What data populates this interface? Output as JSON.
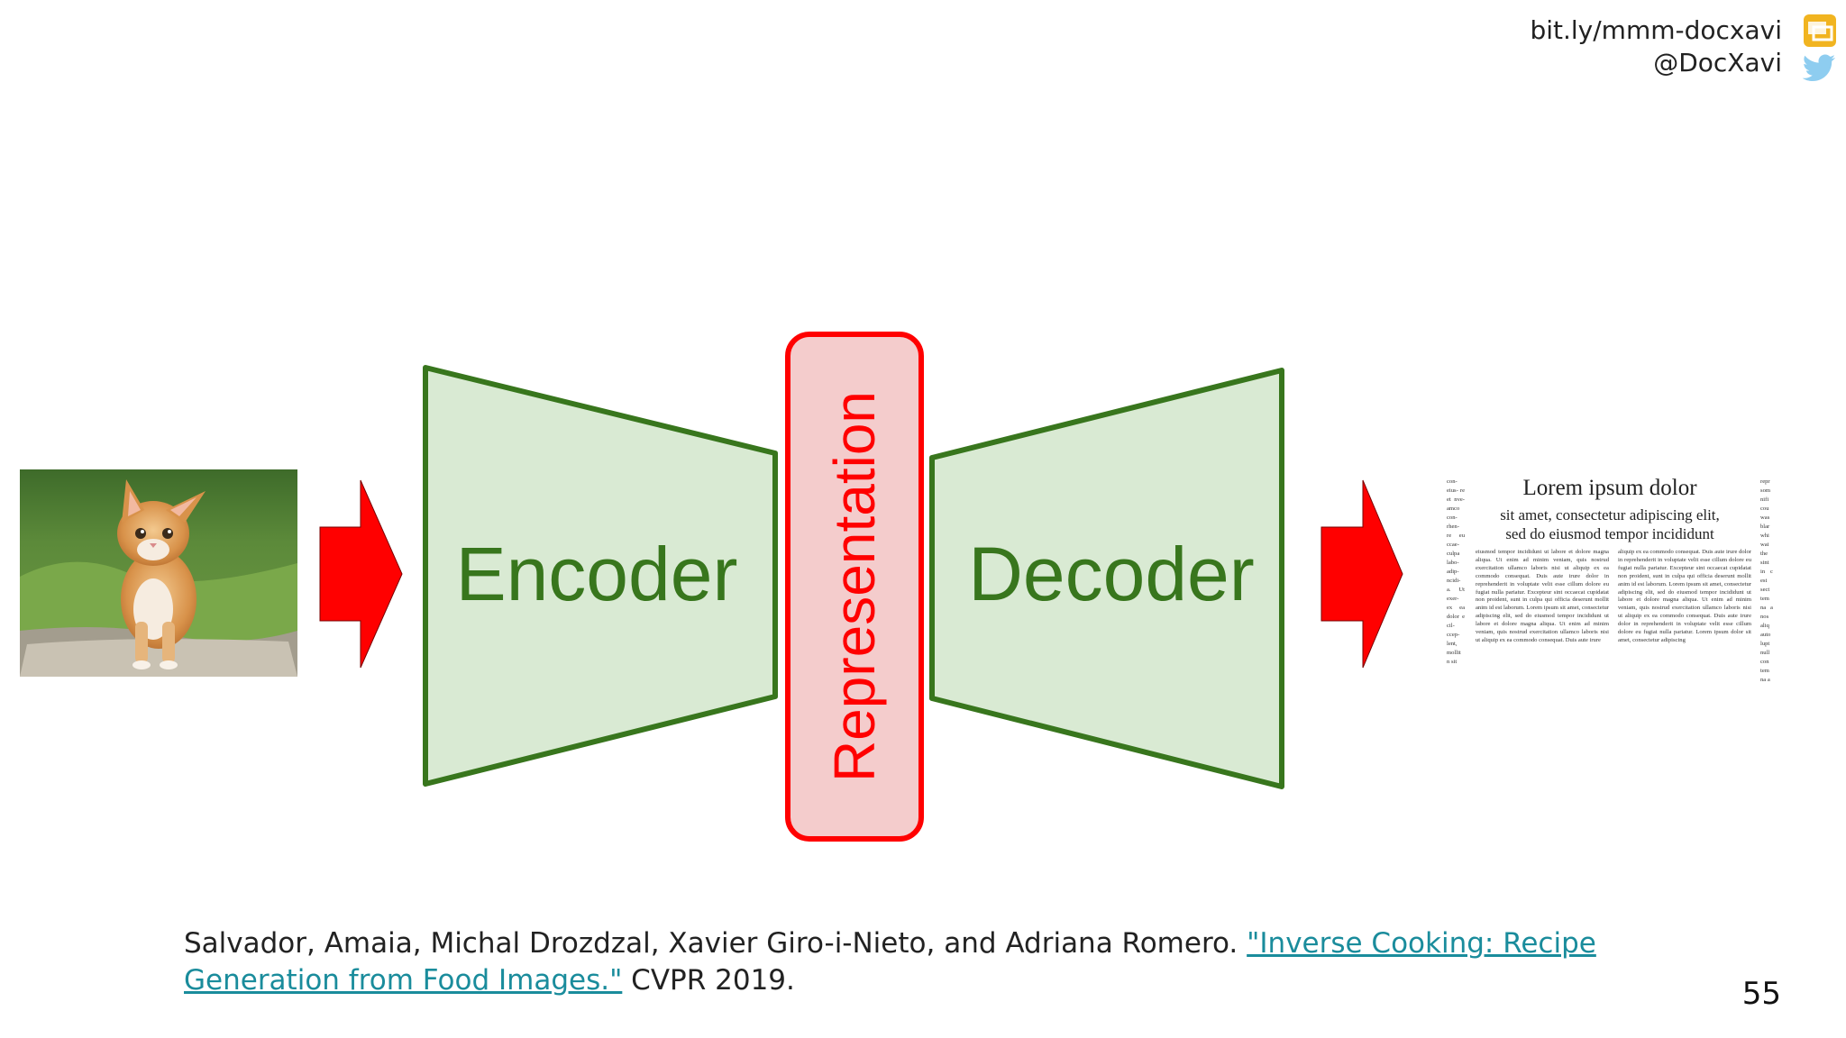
{
  "header": {
    "link": "bit.ly/mmm-docxavi",
    "handle": "@DocXavi",
    "icons": [
      "slides-icon",
      "twitter-bird-icon"
    ]
  },
  "diagram": {
    "input_image": "cat-photo",
    "encoder_label": "Encoder",
    "representation_label": "Representation",
    "decoder_label": "Decoder",
    "output_image": {
      "title": "Lorem ipsum dolor",
      "subtitle_line1": "sit amet, consectetur adipiscing elit,",
      "subtitle_line2": "sed do eiusmod tempor incididunt",
      "body": "eiusmod tempor incididunt ut labore et dolore magna aliqua. Ut enim ad minim veniam, quis nostrud exercitation ullamco laboris nisi ut aliquip ex ea commodo consequat. Duis aute irure dolor in reprehenderit in voluptate velit esse cillum dolore eu fugiat nulla pariatur. Excepteur sint occaecat cupidatat non proident, sunt in culpa qui officia deserunt mollit anim id est laborum. Lorem ipsum sit amet, consectetur adipiscing elit, sed do eiusmod tempor incididunt ut labore et dolore magna aliqua. Ut enim ad minim veniam, quis nostrud exercitation ullamco laboris nisi ut aliquip ex ea commodo consequat. Duis aute irure",
      "body2": "aliquip ex ea commodo consequat. Duis aute irure dolor in reprehenderit in voluptate velit esse cillum dolore eu fugiat nulla pariatur. Excepteur sint occaecat cupidatat non proident, sunt in culpa qui officia deserunt mollit anim id est laborum. Lorem ipsum sit amet, consectetur adipiscing elit, sed do eiusmod tempor incididunt ut labore et dolore magna aliqua. Ut enim ad minim veniam, quis nostrud exercitation ullamco laboris nisi ut aliquip ex ea commodo consequat. Duis aute irure dolor in reprehenderit in voluptate velit esse cillum dolore eu fugiat nulla pariatur. Lorem ipsum dolor sit amet, consectetur adipiscing",
      "left_edge": "con- eius- re et nve- amco con- rhen- re eu ccae- culpa labo- adip- ncidi- a. Ut exer- ex ea dolor e cil- ccep- lent, mollit n sit",
      "right_edge": "repr som nifi cou was blar whi wai the sint in c est sect tem na a nos aliq auto lupt null con tem na a"
    },
    "colors": {
      "encoder_fill": "#d9ead3",
      "encoder_stroke": "#38761d",
      "representation_fill": "#f4cccc",
      "representation_stroke": "#ff0000",
      "arrow": "#ff0000"
    }
  },
  "citation": {
    "authors": "Salvador, Amaia, Michal Drozdzal, Xavier Giro-i-Nieto, and Adriana Romero. ",
    "title_link": "\"Inverse Cooking: Recipe Generation from Food Images.\"",
    "venue": " CVPR 2019."
  },
  "slide_number": "55"
}
